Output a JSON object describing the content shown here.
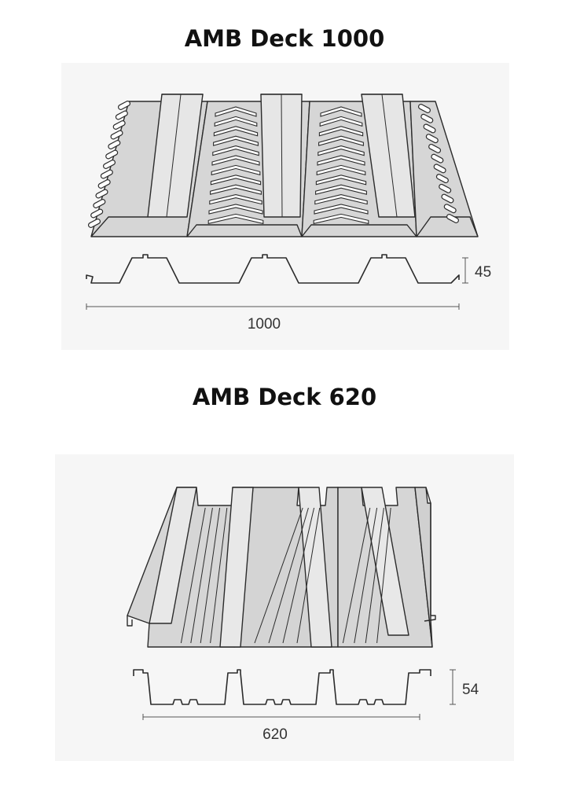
{
  "products": [
    {
      "title": "AMB Deck 1000",
      "cover_width": "1000",
      "profile_height": "45"
    },
    {
      "title": "AMB Deck 620",
      "cover_width": "620",
      "profile_height": "54"
    }
  ],
  "colors": {
    "background": "#ffffff",
    "panel_bg": "#f5f5f5",
    "sheet_fill": "#d4d4d4",
    "sheet_light": "#e4e4e4",
    "outline": "#2b2b2b"
  }
}
